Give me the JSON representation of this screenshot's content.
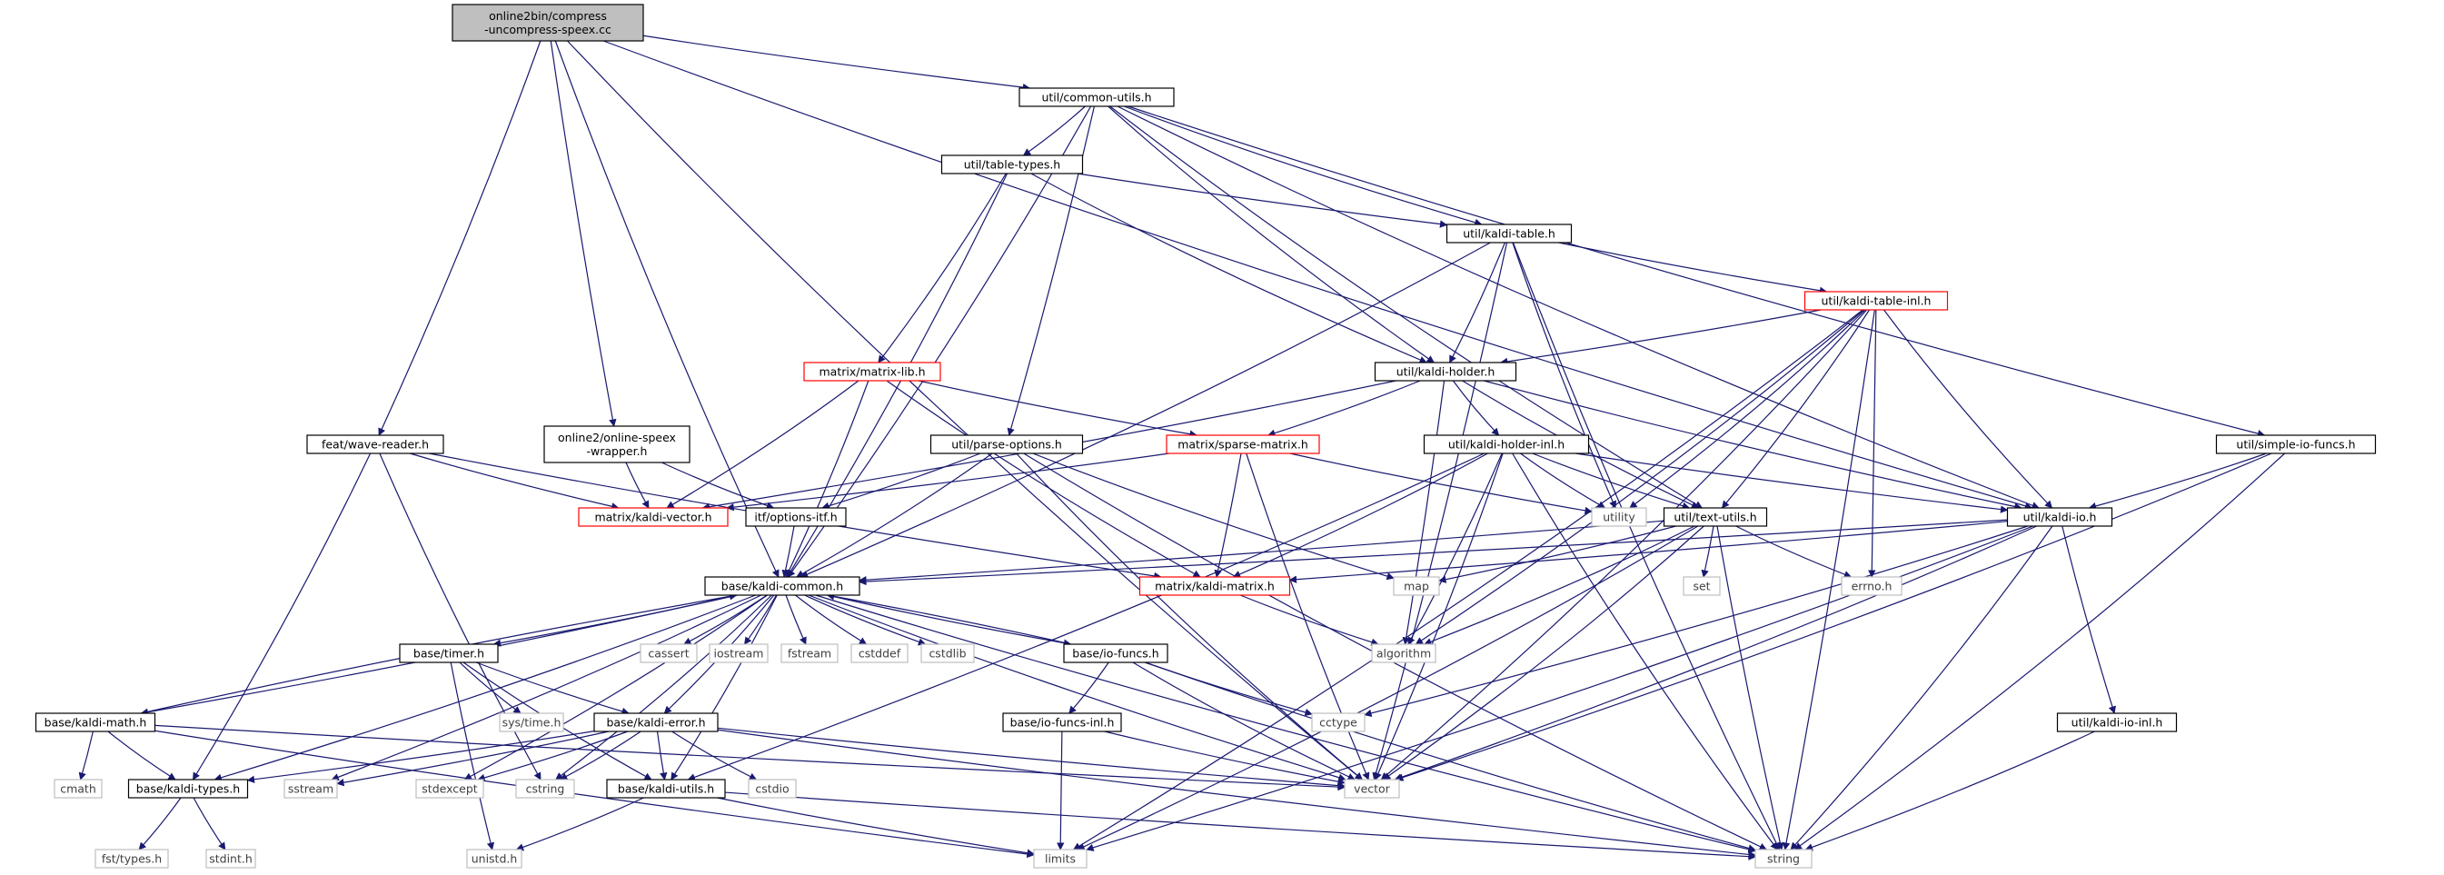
{
  "colors": {
    "edge": "#191970",
    "box_border": "#000000",
    "root_fill": "#bfbfbf",
    "highlight_border": "#ff0000",
    "system_border": "#bfbfbf",
    "system_text": "#404040"
  },
  "nodes": [
    {
      "id": "root",
      "lines": [
        "online2bin/compress",
        "-uncompress-speex.cc"
      ],
      "style": "root"
    },
    {
      "id": "common_utils",
      "lines": [
        "util/common-utils.h"
      ],
      "style": "normal"
    },
    {
      "id": "table_types",
      "lines": [
        "util/table-types.h"
      ],
      "style": "normal"
    },
    {
      "id": "kaldi_table",
      "lines": [
        "util/kaldi-table.h"
      ],
      "style": "normal"
    },
    {
      "id": "kaldi_table_inl",
      "lines": [
        "util/kaldi-table-inl.h"
      ],
      "style": "red"
    },
    {
      "id": "matrix_lib",
      "lines": [
        "matrix/matrix-lib.h"
      ],
      "style": "red"
    },
    {
      "id": "kaldi_holder",
      "lines": [
        "util/kaldi-holder.h"
      ],
      "style": "normal"
    },
    {
      "id": "wave_reader",
      "lines": [
        "feat/wave-reader.h"
      ],
      "style": "normal"
    },
    {
      "id": "online_speex",
      "lines": [
        "online2/online-speex",
        "-wrapper.h"
      ],
      "style": "normal"
    },
    {
      "id": "parse_options",
      "lines": [
        "util/parse-options.h"
      ],
      "style": "normal"
    },
    {
      "id": "sparse_matrix",
      "lines": [
        "matrix/sparse-matrix.h"
      ],
      "style": "red"
    },
    {
      "id": "kaldi_holder_inl",
      "lines": [
        "util/kaldi-holder-inl.h"
      ],
      "style": "normal"
    },
    {
      "id": "simple_io",
      "lines": [
        "util/simple-io-funcs.h"
      ],
      "style": "normal"
    },
    {
      "id": "kaldi_vector",
      "lines": [
        "matrix/kaldi-vector.h"
      ],
      "style": "red"
    },
    {
      "id": "options_itf",
      "lines": [
        "itf/options-itf.h"
      ],
      "style": "normal"
    },
    {
      "id": "utility",
      "lines": [
        "utility"
      ],
      "style": "system"
    },
    {
      "id": "text_utils",
      "lines": [
        "util/text-utils.h"
      ],
      "style": "normal"
    },
    {
      "id": "kaldi_io",
      "lines": [
        "util/kaldi-io.h"
      ],
      "style": "normal"
    },
    {
      "id": "kaldi_common",
      "lines": [
        "base/kaldi-common.h"
      ],
      "style": "normal"
    },
    {
      "id": "kaldi_matrix",
      "lines": [
        "matrix/kaldi-matrix.h"
      ],
      "style": "red"
    },
    {
      "id": "map",
      "lines": [
        "map"
      ],
      "style": "system"
    },
    {
      "id": "set",
      "lines": [
        "set"
      ],
      "style": "system"
    },
    {
      "id": "errno",
      "lines": [
        "errno.h"
      ],
      "style": "system"
    },
    {
      "id": "timer",
      "lines": [
        "base/timer.h"
      ],
      "style": "normal"
    },
    {
      "id": "cassert",
      "lines": [
        "cassert"
      ],
      "style": "system"
    },
    {
      "id": "iostream",
      "lines": [
        "iostream"
      ],
      "style": "system"
    },
    {
      "id": "fstream",
      "lines": [
        "fstream"
      ],
      "style": "system"
    },
    {
      "id": "cstddef",
      "lines": [
        "cstddef"
      ],
      "style": "system"
    },
    {
      "id": "cstdlib",
      "lines": [
        "cstdlib"
      ],
      "style": "system"
    },
    {
      "id": "io_funcs",
      "lines": [
        "base/io-funcs.h"
      ],
      "style": "normal"
    },
    {
      "id": "algorithm",
      "lines": [
        "algorithm"
      ],
      "style": "system"
    },
    {
      "id": "kaldi_math",
      "lines": [
        "base/kaldi-math.h"
      ],
      "style": "normal"
    },
    {
      "id": "systime",
      "lines": [
        "sys/time.h"
      ],
      "style": "system"
    },
    {
      "id": "kaldi_error",
      "lines": [
        "base/kaldi-error.h"
      ],
      "style": "normal"
    },
    {
      "id": "io_funcs_inl",
      "lines": [
        "base/io-funcs-inl.h"
      ],
      "style": "normal"
    },
    {
      "id": "cctype",
      "lines": [
        "cctype"
      ],
      "style": "system"
    },
    {
      "id": "kaldi_io_inl",
      "lines": [
        "util/kaldi-io-inl.h"
      ],
      "style": "normal"
    },
    {
      "id": "cmath",
      "lines": [
        "cmath"
      ],
      "style": "system"
    },
    {
      "id": "kaldi_types",
      "lines": [
        "base/kaldi-types.h"
      ],
      "style": "normal"
    },
    {
      "id": "sstream",
      "lines": [
        "sstream"
      ],
      "style": "system"
    },
    {
      "id": "stdexcept",
      "lines": [
        "stdexcept"
      ],
      "style": "system"
    },
    {
      "id": "cstring",
      "lines": [
        "cstring"
      ],
      "style": "system"
    },
    {
      "id": "kaldi_utils",
      "lines": [
        "base/kaldi-utils.h"
      ],
      "style": "normal"
    },
    {
      "id": "cstdio",
      "lines": [
        "cstdio"
      ],
      "style": "system"
    },
    {
      "id": "vector",
      "lines": [
        "vector"
      ],
      "style": "system"
    },
    {
      "id": "fst_types",
      "lines": [
        "fst/types.h"
      ],
      "style": "system"
    },
    {
      "id": "stdint",
      "lines": [
        "stdint.h"
      ],
      "style": "system"
    },
    {
      "id": "unistd",
      "lines": [
        "unistd.h"
      ],
      "style": "system"
    },
    {
      "id": "limits",
      "lines": [
        "limits"
      ],
      "style": "system"
    },
    {
      "id": "string",
      "lines": [
        "string"
      ],
      "style": "system"
    }
  ],
  "edges": [
    [
      "root",
      "common_utils"
    ],
    [
      "root",
      "wave_reader"
    ],
    [
      "root",
      "online_speex"
    ],
    [
      "root",
      "kaldi_common"
    ],
    [
      "root",
      "kaldi_io"
    ],
    [
      "root",
      "vector"
    ],
    [
      "common_utils",
      "table_types"
    ],
    [
      "common_utils",
      "kaldi_table"
    ],
    [
      "common_utils",
      "kaldi_holder"
    ],
    [
      "common_utils",
      "parse_options"
    ],
    [
      "common_utils",
      "simple_io"
    ],
    [
      "common_utils",
      "text_utils"
    ],
    [
      "common_utils",
      "kaldi_io"
    ],
    [
      "common_utils",
      "kaldi_common"
    ],
    [
      "table_types",
      "kaldi_table"
    ],
    [
      "table_types",
      "matrix_lib"
    ],
    [
      "table_types",
      "kaldi_holder"
    ],
    [
      "table_types",
      "kaldi_common"
    ],
    [
      "kaldi_table",
      "kaldi_table_inl"
    ],
    [
      "kaldi_table",
      "kaldi_holder"
    ],
    [
      "kaldi_table",
      "utility"
    ],
    [
      "kaldi_table",
      "kaldi_common"
    ],
    [
      "kaldi_table",
      "vector"
    ],
    [
      "kaldi_table",
      "string"
    ],
    [
      "kaldi_table_inl",
      "kaldi_holder"
    ],
    [
      "kaldi_table_inl",
      "utility"
    ],
    [
      "kaldi_table_inl",
      "text_utils"
    ],
    [
      "kaldi_table_inl",
      "kaldi_io"
    ],
    [
      "kaldi_table_inl",
      "errno"
    ],
    [
      "kaldi_table_inl",
      "algorithm"
    ],
    [
      "kaldi_table_inl",
      "vector"
    ],
    [
      "kaldi_table_inl",
      "string"
    ],
    [
      "kaldi_table_inl",
      "limits"
    ],
    [
      "matrix_lib",
      "sparse_matrix"
    ],
    [
      "matrix_lib",
      "kaldi_vector"
    ],
    [
      "matrix_lib",
      "kaldi_matrix"
    ],
    [
      "matrix_lib",
      "kaldi_common"
    ],
    [
      "kaldi_holder",
      "sparse_matrix"
    ],
    [
      "kaldi_holder",
      "kaldi_holder_inl"
    ],
    [
      "kaldi_holder",
      "kaldi_vector"
    ],
    [
      "kaldi_holder",
      "text_utils"
    ],
    [
      "kaldi_holder",
      "kaldi_io"
    ],
    [
      "kaldi_holder",
      "algorithm"
    ],
    [
      "kaldi_holder_inl",
      "utility"
    ],
    [
      "kaldi_holder_inl",
      "text_utils"
    ],
    [
      "kaldi_holder_inl",
      "kaldi_io"
    ],
    [
      "kaldi_holder_inl",
      "kaldi_matrix"
    ],
    [
      "kaldi_holder_inl",
      "algorithm"
    ],
    [
      "kaldi_holder_inl",
      "vector"
    ],
    [
      "kaldi_holder_inl",
      "string"
    ],
    [
      "kaldi_holder_inl",
      "kaldi_utils"
    ],
    [
      "sparse_matrix",
      "kaldi_vector"
    ],
    [
      "sparse_matrix",
      "kaldi_matrix"
    ],
    [
      "sparse_matrix",
      "utility"
    ],
    [
      "sparse_matrix",
      "vector"
    ],
    [
      "wave_reader",
      "kaldi_vector"
    ],
    [
      "wave_reader",
      "kaldi_matrix"
    ],
    [
      "wave_reader",
      "kaldi_types"
    ],
    [
      "wave_reader",
      "cstring"
    ],
    [
      "online_speex",
      "kaldi_vector"
    ],
    [
      "online_speex",
      "options_itf"
    ],
    [
      "parse_options",
      "options_itf"
    ],
    [
      "parse_options",
      "kaldi_common"
    ],
    [
      "parse_options",
      "map"
    ],
    [
      "parse_options",
      "vector"
    ],
    [
      "parse_options",
      "string"
    ],
    [
      "options_itf",
      "kaldi_common"
    ],
    [
      "simple_io",
      "kaldi_io"
    ],
    [
      "simple_io",
      "vector"
    ],
    [
      "simple_io",
      "string"
    ],
    [
      "text_utils",
      "kaldi_common"
    ],
    [
      "text_utils",
      "map"
    ],
    [
      "text_utils",
      "set"
    ],
    [
      "text_utils",
      "errno"
    ],
    [
      "text_utils",
      "algorithm"
    ],
    [
      "text_utils",
      "vector"
    ],
    [
      "text_utils",
      "string"
    ],
    [
      "text_utils",
      "limits"
    ],
    [
      "kaldi_io",
      "kaldi_common"
    ],
    [
      "kaldi_io",
      "kaldi_matrix"
    ],
    [
      "kaldi_io",
      "kaldi_io_inl"
    ],
    [
      "kaldi_io",
      "cctype"
    ],
    [
      "kaldi_io",
      "vector"
    ],
    [
      "kaldi_io",
      "string"
    ],
    [
      "kaldi_io",
      "limits"
    ],
    [
      "kaldi_matrix",
      "algorithm"
    ],
    [
      "kaldi_io_inl",
      "string"
    ],
    [
      "kaldi_common",
      "timer"
    ],
    [
      "kaldi_common",
      "cassert"
    ],
    [
      "kaldi_common",
      "iostream"
    ],
    [
      "kaldi_common",
      "fstream"
    ],
    [
      "kaldi_common",
      "cstddef"
    ],
    [
      "kaldi_common",
      "cstdlib"
    ],
    [
      "kaldi_common",
      "io_funcs"
    ],
    [
      "kaldi_common",
      "kaldi_math"
    ],
    [
      "kaldi_common",
      "kaldi_error"
    ],
    [
      "kaldi_common",
      "kaldi_types"
    ],
    [
      "kaldi_common",
      "kaldi_utils"
    ],
    [
      "kaldi_common",
      "sstream"
    ],
    [
      "kaldi_common",
      "stdexcept"
    ],
    [
      "kaldi_common",
      "cstring"
    ],
    [
      "kaldi_common",
      "vector"
    ],
    [
      "kaldi_common",
      "string"
    ],
    [
      "io_funcs",
      "kaldi_common"
    ],
    [
      "io_funcs",
      "io_funcs_inl"
    ],
    [
      "io_funcs",
      "cctype"
    ],
    [
      "io_funcs",
      "vector"
    ],
    [
      "io_funcs",
      "string"
    ],
    [
      "io_funcs_inl",
      "vector"
    ],
    [
      "io_funcs_inl",
      "limits"
    ],
    [
      "timer",
      "systime"
    ],
    [
      "timer",
      "kaldi_error"
    ],
    [
      "timer",
      "kaldi_utils"
    ],
    [
      "timer",
      "unistd"
    ],
    [
      "kaldi_math",
      "kaldi_common"
    ],
    [
      "kaldi_math",
      "cmath"
    ],
    [
      "kaldi_math",
      "kaldi_types"
    ],
    [
      "kaldi_math",
      "limits"
    ],
    [
      "kaldi_math",
      "vector"
    ],
    [
      "kaldi_error",
      "kaldi_types"
    ],
    [
      "kaldi_error",
      "kaldi_utils"
    ],
    [
      "kaldi_error",
      "sstream"
    ],
    [
      "kaldi_error",
      "stdexcept"
    ],
    [
      "kaldi_error",
      "cstring"
    ],
    [
      "kaldi_error",
      "cstdio"
    ],
    [
      "kaldi_error",
      "vector"
    ],
    [
      "kaldi_error",
      "string"
    ],
    [
      "kaldi_types",
      "fst_types"
    ],
    [
      "kaldi_types",
      "stdint"
    ],
    [
      "kaldi_utils",
      "unistd"
    ],
    [
      "kaldi_utils",
      "limits"
    ],
    [
      "kaldi_utils",
      "string"
    ]
  ]
}
